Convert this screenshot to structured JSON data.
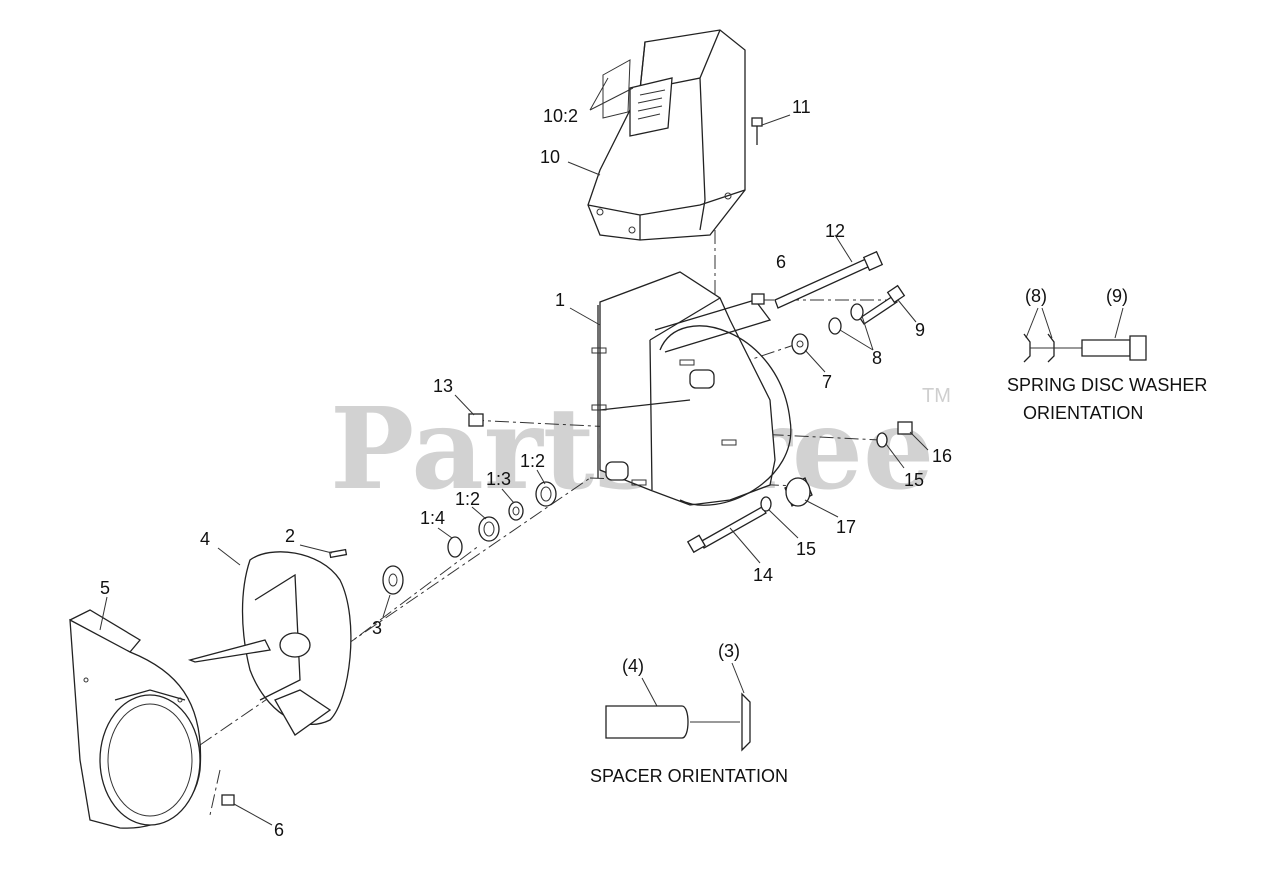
{
  "watermark": {
    "text": "PartsTree",
    "trademark": "TM"
  },
  "callouts": {
    "c1": "1",
    "c2": "2",
    "c3": "3",
    "c4": "4",
    "c5": "5",
    "c6a": "6",
    "c6b": "6",
    "c7": "7",
    "c8": "8",
    "c9": "9",
    "c10": "10",
    "c10_2": "10:2",
    "c11": "11",
    "c12": "12",
    "c13": "13",
    "c14": "14",
    "c15a": "15",
    "c15b": "15",
    "c16": "16",
    "c17": "17",
    "c1_2a": "1:2",
    "c1_2b": "1:2",
    "c1_3": "1:3",
    "c1_4": "1:4"
  },
  "detail_spring": {
    "label_a": "(8)",
    "label_b": "(9)",
    "caption_line1": "SPRING DISC WASHER",
    "caption_line2": "ORIENTATION"
  },
  "detail_spacer": {
    "label_a": "(4)",
    "label_b": "(3)",
    "caption": "SPACER ORIENTATION"
  }
}
